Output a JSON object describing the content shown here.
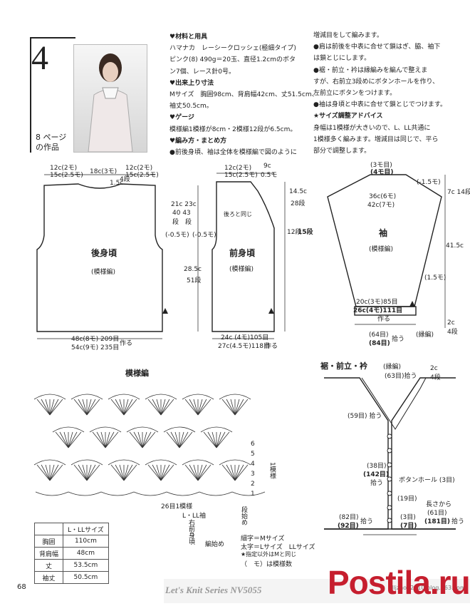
{
  "page": {
    "number_label": "4",
    "caption": [
      "8 ページ",
      "の作品"
    ],
    "page_number": "68",
    "series": "Let's Knit Series NV5055",
    "blog": "illjzhou2010.blog.163.com",
    "watermark": "Postila.ru"
  },
  "instructions_left": [
    {
      "text": "♥材料と用具",
      "bold": true
    },
    {
      "text": "ハマナカ　レーシークロッシェ(極細タイプ)"
    },
    {
      "text": "ピンク(8) 490g＝20玉、直径1.2cmのボタ"
    },
    {
      "text": "ン7個、レース針0号。"
    },
    {
      "text": "♥出来上り寸法",
      "bold": true
    },
    {
      "text": "Mサイズ　胸囲98cm、背肩幅42cm、丈51.5cm、"
    },
    {
      "text": "袖丈50.5cm。"
    },
    {
      "text": "♥ゲージ",
      "bold": true
    },
    {
      "text": "模様編1模様が8cm・2模様12段が6.5cm。"
    },
    {
      "text": "♥編み方・まとめ方",
      "bold": true
    },
    {
      "text": "●前後身頃、袖は全体を模様編で図のように"
    }
  ],
  "instructions_right": [
    {
      "text": "増減目をして編みます。"
    },
    {
      "text": "●肩は前後を中表に合せて鎖はぎ、脇、袖下"
    },
    {
      "text": "は鎖とじにします。"
    },
    {
      "text": "●裾・前立・衿は縁編みを編んで整えま"
    },
    {
      "text": "すが、右前立3段めにボタンホールを作り、"
    },
    {
      "text": "左前立にボタンをつけます。"
    },
    {
      "text": "●袖は身頃と中表に合せて鎖とじでつけます。"
    },
    {
      "text": "★サイズ調整アドバイス",
      "bold": true
    },
    {
      "text": "身幅は1模様が大きいので、L、LL共通に"
    },
    {
      "text": "1模様多く編みます。増減目は同じで、平ら"
    },
    {
      "text": "部分で調整します。"
    }
  ],
  "back": {
    "title": "後身頃",
    "sub": "(模様編)",
    "shoulder1": "12c(2モ)",
    "shoulder2": "15c(2.5モ)",
    "neck": "18c(3モ)",
    "neck_drop": "4段",
    "neck_rise": "1.5c",
    "armhole1": "21c 23c",
    "armhole2": "40 43",
    "armhole3": "段　段",
    "dec": "(-0.5モ)",
    "length": "28.5c",
    "length_rows": "51段",
    "bottom1": "48c(8モ) 209目",
    "bottom2": "54c(9モ) 235目",
    "make": "作る"
  },
  "front": {
    "title": "前身頃",
    "sub": "(模様編)",
    "top1": "12c(2モ)",
    "top2": "15c(2.5モ)",
    "inner1": "9c",
    "inner2": "0.5モ",
    "side1": "14.5c",
    "side2": "28段",
    "mid1": "12段",
    "mid2": "15段",
    "same": "後ろと同じ",
    "bottom1": "24c (4モ)105目",
    "bottom2": "27c(4.5モ)118目",
    "make": "作る"
  },
  "sleeve": {
    "title": "袖",
    "sub": "(模様編)",
    "top1": "(3モ目)",
    "top2": "(4モ目)",
    "width1": "36c(6モ)",
    "width2": "42c(7モ)",
    "dec": "(-1.5モ)",
    "rows7": "7c 14段",
    "len": "41.5c",
    "side_dec": "(1.5モ)",
    "cuff1": "20c(3モ)85目",
    "cuff2": "26c(4モ)111目",
    "make": "作る",
    "pick1": "(64目)",
    "pick2": "(84目)",
    "pick": "拾う",
    "edge": "(縁編)",
    "cm2": "2c",
    "rows4": "4段"
  },
  "pattern": {
    "title": "模様編",
    "repeat": "1模様",
    "stitch_count": "26目1模様",
    "labels": [
      "L・LL袖",
      "右前身頃",
      "段始め",
      "編始め"
    ],
    "rows": [
      "6",
      "5",
      "4",
      "3",
      "2",
      "1"
    ]
  },
  "edging": {
    "title": "裾・前立・衿",
    "sub": "(縁編)",
    "neck": "(63目)拾う",
    "lapel": "(59目) 拾う",
    "mid1": "(38目)",
    "mid2": "(142目)",
    "mid3": "拾う",
    "btn": "ボタンホール (3目)",
    "b19": "(19目)",
    "b7a": "(3目)",
    "b7b": "(7目)",
    "bottomL1": "(82目)",
    "bottomL2": "(92目)",
    "bottomL3": "拾う",
    "right1": "長さから",
    "right2": "(61目)",
    "right3": "(181目)",
    "right4": "拾う",
    "top_c": "2c",
    "top_rows": "4段"
  },
  "size_table": {
    "header": "L・LLサイズ",
    "rows": [
      {
        "k": "胸囲",
        "v": "110cm"
      },
      {
        "k": "背肩幅",
        "v": "48cm"
      },
      {
        "k": "丈",
        "v": "53.5cm"
      },
      {
        "k": "袖丈",
        "v": "50.5cm"
      }
    ]
  },
  "legend": [
    "細字＝Mサイズ",
    "太字＝Lサイズ　LLサイズ",
    "★指定以外はMと同じ",
    "（　モ）は模様数"
  ]
}
